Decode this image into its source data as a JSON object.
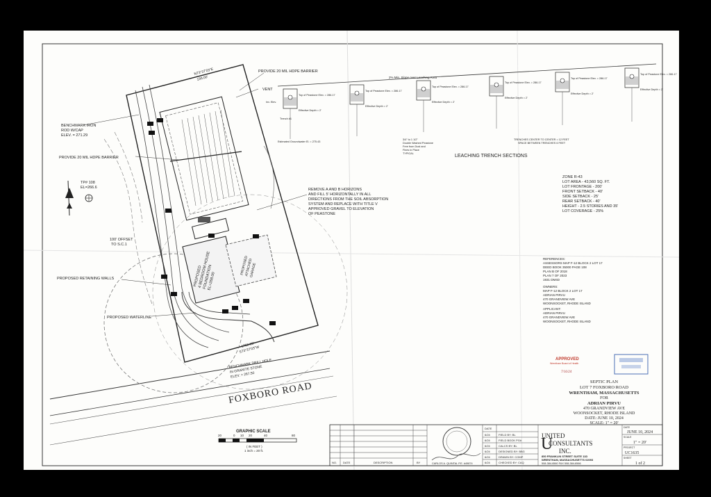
{
  "plan": {
    "benchmark_left": [
      "BENCHMARK IRON",
      "ROD W/CAP",
      "ELEV. = 271.29"
    ],
    "barrier_top": "PROVIDE 20 MIL HDPE BARRIER",
    "barrier_left": "PROVIDE 20 MIL HDPE BARRIER",
    "bound_top": [
      "N73°37'03\"E",
      "199.00'"
    ],
    "bound_bottom": [
      "S73°37'03\"W",
      "1750.00'"
    ],
    "vent": "VENT",
    "tp": [
      "TP# 108",
      "EL=266.6"
    ],
    "offset": [
      "100' OFFSET",
      "TO S.C.1"
    ],
    "retaining": "PROPOSED RETAINING WALLS",
    "house": [
      "PROPOSED",
      "4 BEDROOM HOUSE",
      "FOUNDATION",
      "EL=268.00"
    ],
    "house2": [
      "PROPOSED",
      "ATTACHED",
      "GARAGE"
    ],
    "waterline": "PROPOSED WATERLINE",
    "note": [
      "REMOVE A AND B HORIZONS",
      "AND FILL 5' HORIZONTALLY IN ALL",
      "DIRECTIONS FROM THE SOIL ABSORPTION",
      "SYSTEM AND REPLACE WITH TITLE V",
      "APPROVED GRAVEL TO ELEVATION",
      "OF PEASTONE"
    ],
    "road": "FOXBORO ROAD",
    "benchmark_road": [
      "BENCHMARK DRILL HOLE",
      "IN GRANITE STONE",
      "ELEV. = 267.50"
    ],
    "graphic_scale": "GRAPHIC SCALE",
    "scale_note": [
      "( IN FEET )",
      "1 inch = 20 ft."
    ],
    "scale_ticks": [
      "20",
      "0",
      "10",
      "20",
      "40",
      "80"
    ]
  },
  "trench": {
    "title": "LEACHING TRENCH SECTIONS",
    "note_mid": [
      "TRENCHES CENTER TO CENTER = 12 FEET",
      "SPACE BETWEEN TRENCHES 6 FEET"
    ],
    "top_note": "2% Min. Slope over Leaching Area",
    "note_left": [
      "3/4\" to 1 1/2\"",
      "Double Washed Peastone",
      "Free from Dust and",
      "Fines in Place",
      "TYPICAL"
    ],
    "labels": [
      "Top of Peastone Elev. = 286.17",
      "Inv. Elev.",
      "Effective Depth = 2'",
      "Trench #1",
      "Estimated Groundwater El. = 275.43"
    ]
  },
  "zoning": [
    "ZONE     R-43",
    "LOT AREA - 43,560 SQ. FT.",
    "LOT FRONTAGE - 200'",
    "FRONT SETBACK - 40'",
    "SIDE SETBACK - 25'",
    "REAR SETBACK - 40'",
    "HEIGHT - 2.5 STORIES AND 35'",
    "LOT COVERAGE - 25%"
  ],
  "references": [
    "REFERENCES:",
    "ASSESSORS MAP F-12 BLOCK 2 LOT 17",
    "DEED BOOK 35000 PAGE 108",
    "PLAN B OF 2018",
    "PLAN 7 OF 2023",
    "1931 DM4D"
  ],
  "owners": [
    "OWNERS:",
    "MAP F-12 BLOCK 2 LOT 17",
    "ADRIAN PIRVU",
    "470 GRANDVIEW AVE",
    "WOONSOCKET, RHODE ISLAND"
  ],
  "applicant": [
    "APPLICANT:",
    "ADRIAN PIRVU",
    "470 GRANDVIEW AVE",
    "WOONSOCKET, RHODE ISLAND"
  ],
  "stamp": {
    "approved": "APPROVED",
    "sub": "Wrentham Board of Health",
    "date": "7/16/24"
  },
  "title_block": {
    "lines": [
      "SEPTIC PLAN",
      "LOT 7 FOXBORO ROAD",
      "WRENTHAM, MASSACHUSETTS",
      "FOR",
      "ADRIAN PIRVU",
      "470 GRANDVIEW AVE",
      "WOONSOCKET, RHODE ISLAND",
      "DATE: JUNE 10, 2024",
      "SCALE: 1\" = 20'"
    ]
  },
  "company": {
    "name1": "UNITED",
    "name2": "CONSULTANTS",
    "name3": "INC.",
    "address": "850 FRANKLIN STREET  SUITE 11D",
    "city": "WRENTHAM, MASSACHUSETTS 02093",
    "phone": "508-384-6560     FAX 508-384-6566"
  },
  "sheet_info": {
    "date_label": "DATE",
    "date": "JUNE 10, 2024",
    "scale_label": "SCALE",
    "scale": "1\" = 20'",
    "project_label": "PROJECT",
    "project": "UC1635",
    "sheet_label": "SHEET",
    "sheet": "1 of 2"
  },
  "log": [
    {
      "date": "6/24",
      "text": "FIELD BY:    BL"
    },
    {
      "date": "6/24",
      "text": "FIELD BOOK  PG#"
    },
    {
      "date": "6/24",
      "text": "CALCS BY:   BL"
    },
    {
      "date": "6/24",
      "text": "DESIGNED BY: BBG"
    },
    {
      "date": "6/24",
      "text": "DRAWN BY:   COMP"
    },
    {
      "date": "6/24",
      "text": "CHECKED BY: CAQ"
    }
  ],
  "revision_headers": {
    "no": "NO.",
    "date": "DATE",
    "desc": "DESCRIPTION",
    "by": "BY"
  },
  "engineer": "CARLOS A. QUINTAL P.E. #49874"
}
